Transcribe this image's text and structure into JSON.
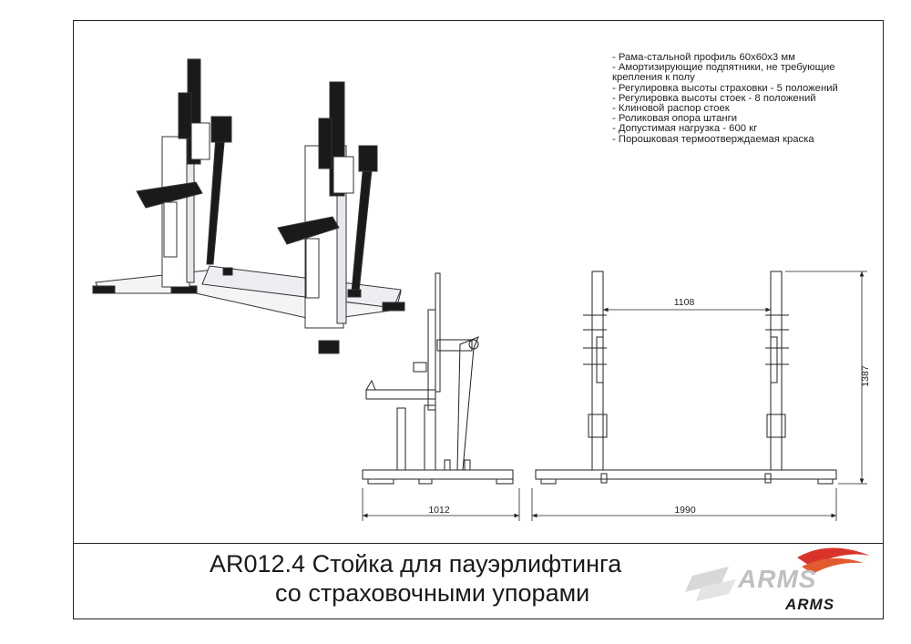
{
  "specs": [
    "- Рама-стальной профиль 60х60х3 мм",
    "- Амортизирующие подпятники, не требующие",
    "крепления к полу",
    "- Регулировка высоты страховки - 5 положений",
    "- Регулировка высоты стоек - 8 положений",
    "- Клиновой распор стоек",
    "- Роликовая опора штанги",
    "- Допустимая нагрузка - 600 кг",
    "- Порошковая термоотверждаемая краска"
  ],
  "dimensions": {
    "side_width": "1012",
    "front_width": "1990",
    "inner_width": "1108",
    "height": "1387"
  },
  "title": {
    "line1": "AR012.4 Стойка для пауэрлифтинга",
    "line2": "со страховочными упорами"
  },
  "logo": {
    "text_large": "ARMS",
    "text_small": "ARMS",
    "accent_color": "#d9342b",
    "frame_color": "#ffffff",
    "part_color": "#1a1a1a"
  }
}
